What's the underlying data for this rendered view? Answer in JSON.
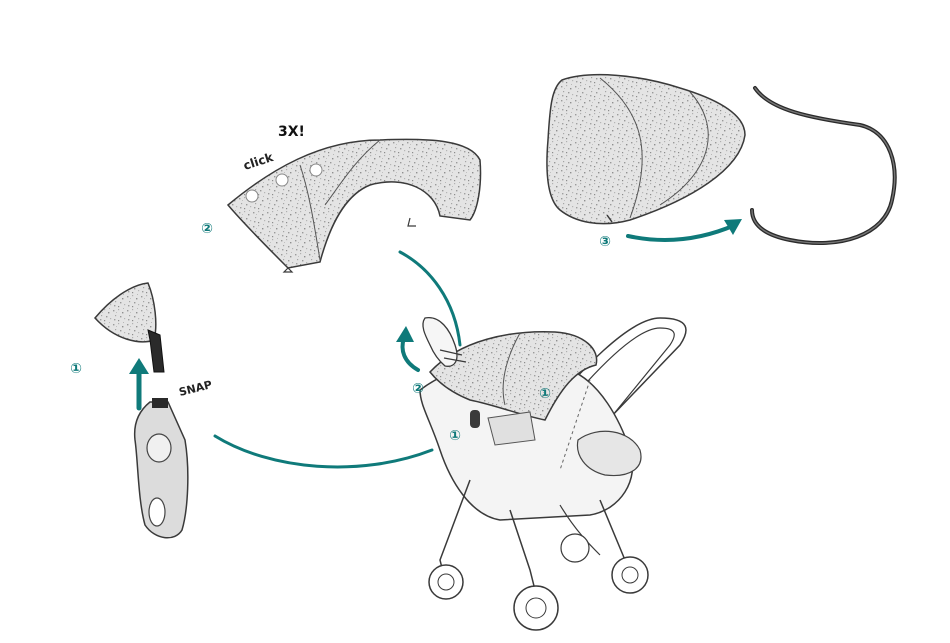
{
  "colors": {
    "teal": "#0f7a7a",
    "fabric": "#e4e4e4",
    "fabric_speckle": "#a8a8a8",
    "outline": "#3a3a3a",
    "frame_fill": "#f4f4f4",
    "wire": "#2a2a2a"
  },
  "steps": {
    "clip_step": "①",
    "canopy_step": "②",
    "remove_step": "③",
    "stroller_attach_left": "②",
    "stroller_attach_right": "①",
    "stroller_clip": "①"
  },
  "sounds": {
    "click": "click",
    "times": "3X!",
    "snap": "SNAP"
  },
  "icons": {
    "up_arrow": "arrow-up-icon",
    "curved_arrow": "curved-arrow-icon",
    "hand": "hand-icon"
  }
}
